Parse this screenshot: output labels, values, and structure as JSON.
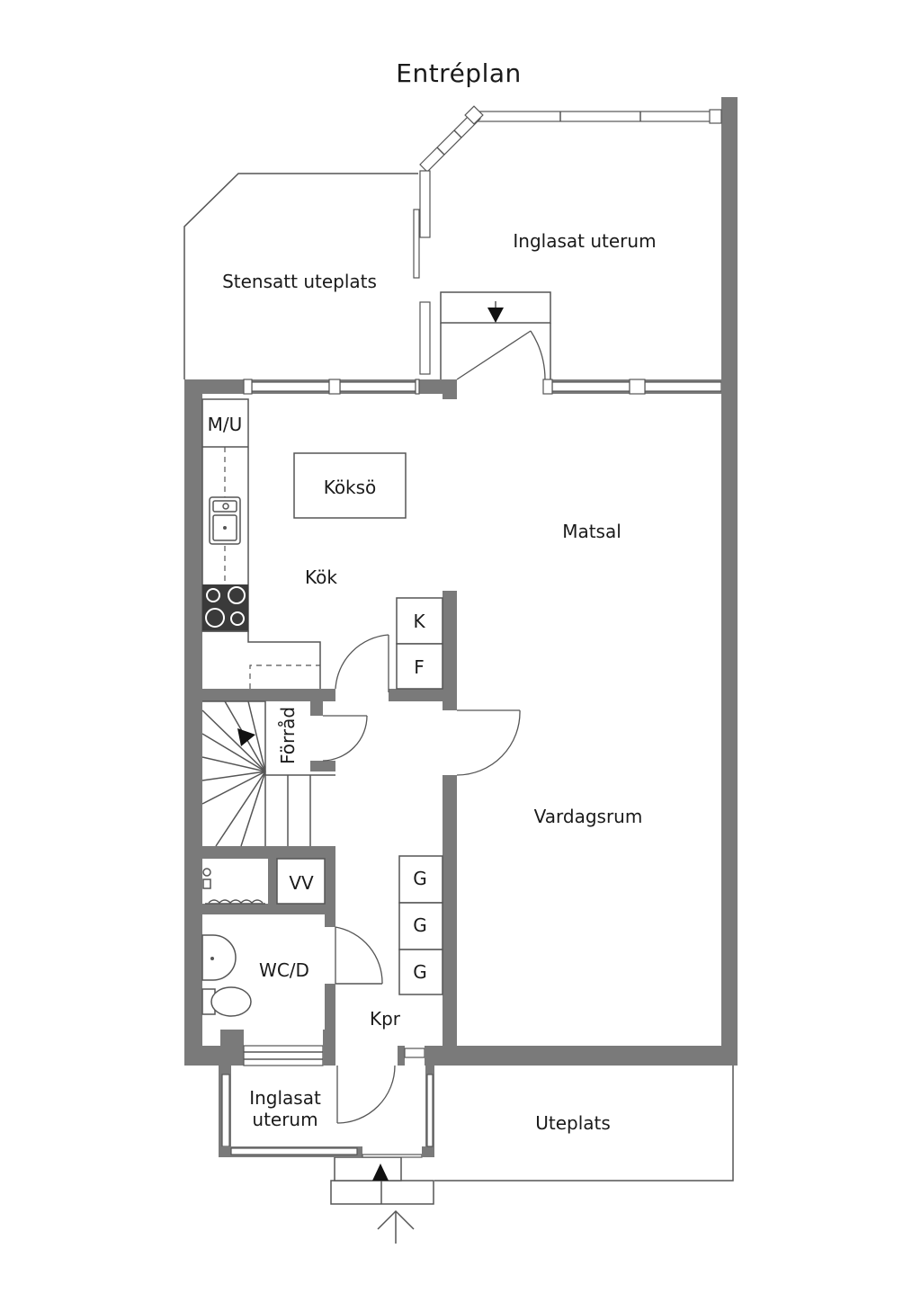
{
  "title": "Entréplan",
  "rooms": {
    "stensatt_uteplats": "Stensatt uteplats",
    "inglasat_uterum_top": "Inglasat uterum",
    "matsal": "Matsal",
    "kok": "Kök",
    "koksö": "Köksö",
    "mu": "M/U",
    "k": "K",
    "f": "F",
    "forrad": "Förråd",
    "vardagsrum": "Vardagsrum",
    "vv": "VV",
    "g1": "G",
    "g2": "G",
    "g3": "G",
    "wcd": "WC/D",
    "kpr": "Kpr",
    "inglasat_uterum_bottom_1": "Inglasat",
    "inglasat_uterum_bottom_2": "uterum",
    "uteplats": "Uteplats"
  },
  "colors": {
    "wall": "#7a7a7a",
    "line": "#555555",
    "text": "#1a1a1a"
  },
  "icons": [
    "sink-icon",
    "stove-icon",
    "toilet-icon",
    "washbasin-icon",
    "shower-icon",
    "entrance-arrow-icon",
    "stair-arrow-icon",
    "door-arrow-icon"
  ]
}
